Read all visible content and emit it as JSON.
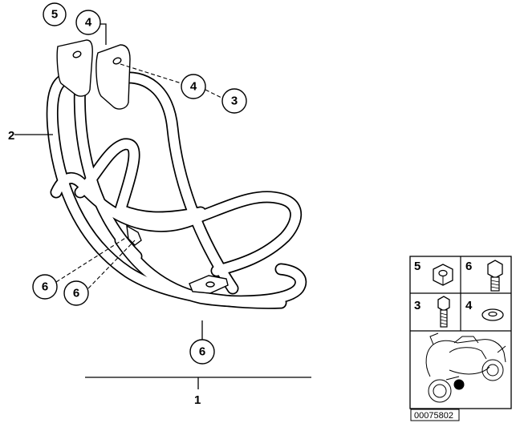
{
  "diagram": {
    "callouts": {
      "c5": "5",
      "c4_top": "4",
      "c4_right": "4",
      "c3": "3",
      "c2": "2",
      "c6_left": "6",
      "c6_mid": "6",
      "c6_bottom": "6",
      "c1": "1"
    },
    "legend": {
      "nut_label": "5",
      "bolt_hex_label": "6",
      "screw_label": "3",
      "washer_label": "4"
    },
    "reference_number": "00075802"
  }
}
